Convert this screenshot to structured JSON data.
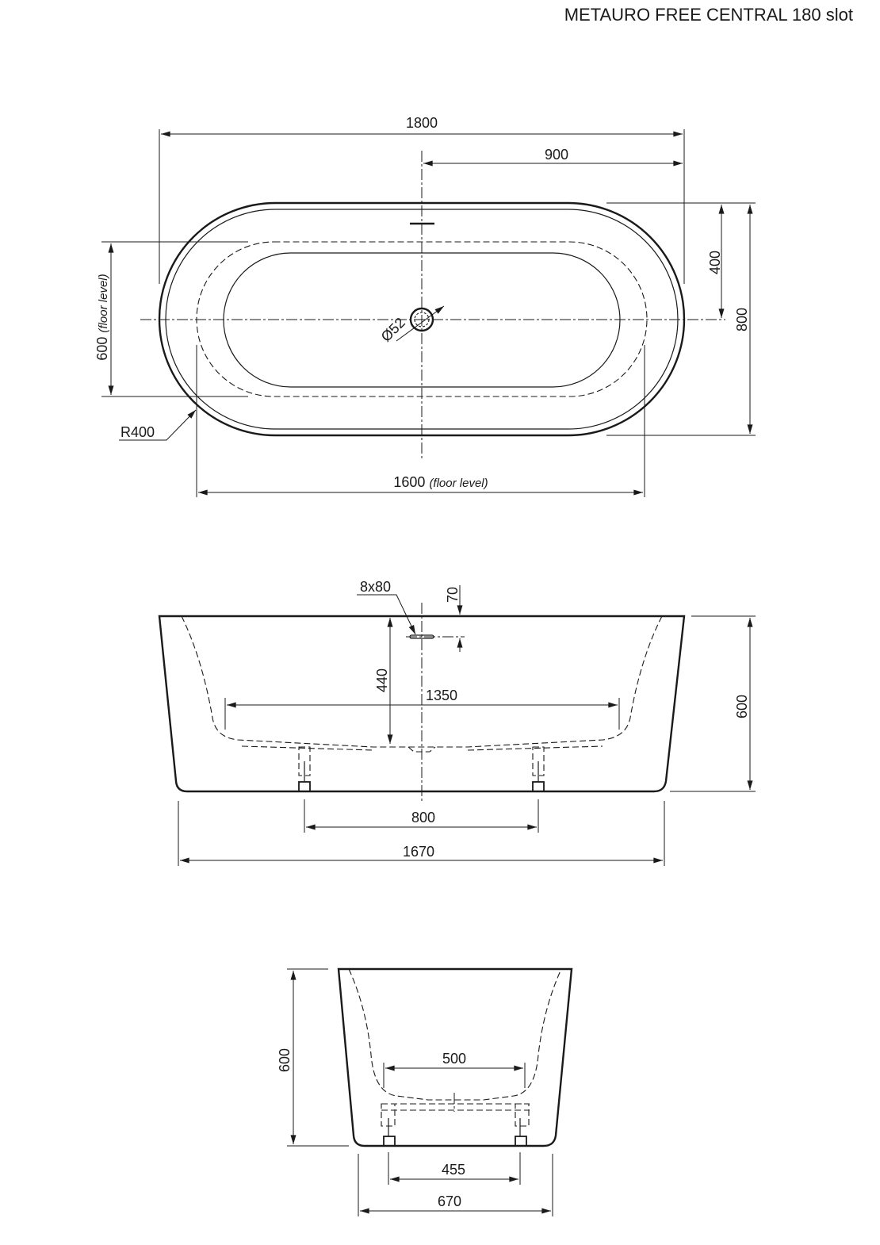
{
  "title": "METAURO FREE CENTRAL 180 slot",
  "top_view": {
    "length": "1800",
    "half_length": "900",
    "half_width": "400",
    "width": "800",
    "floor_width": "600",
    "floor_width_note": "(floor level)",
    "floor_length": "1600",
    "floor_length_note": "(floor level)",
    "radius": "R400",
    "drain": "Ø52"
  },
  "side_view": {
    "overflow": "8x80",
    "overflow_offset": "70",
    "depth": "440",
    "inner_length": "1350",
    "height": "600",
    "feet_spacing": "800",
    "base_length": "1670"
  },
  "end_view": {
    "height": "600",
    "inner_width": "500",
    "feet_spacing": "455",
    "base_width": "670"
  }
}
